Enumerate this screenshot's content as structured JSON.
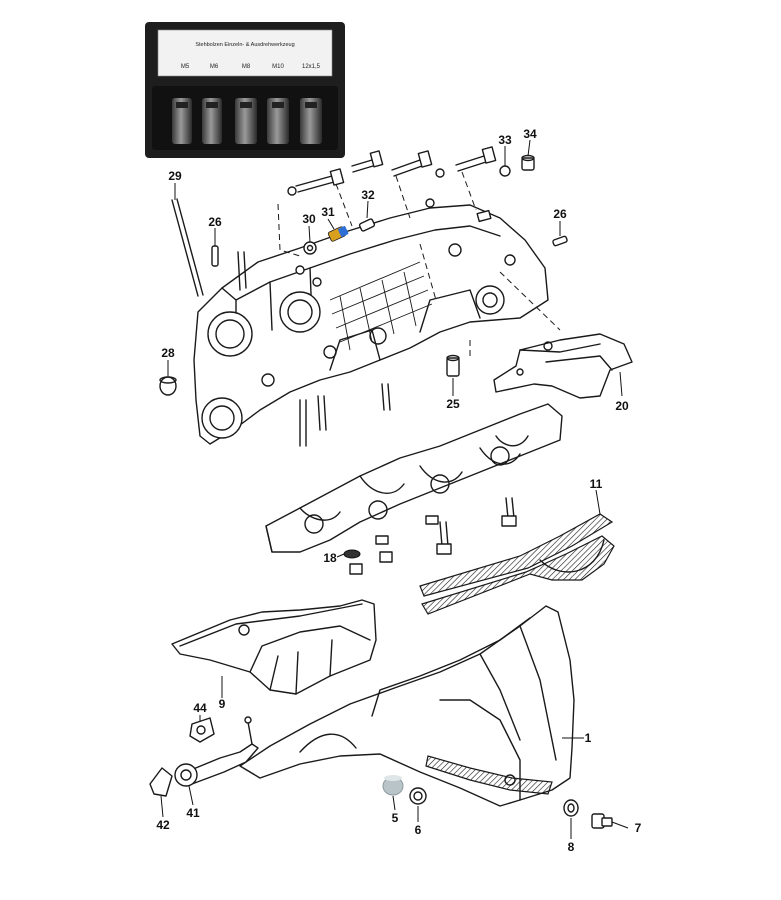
{
  "tool_kit": {
    "title": "Stehbolzen Einzeln- & Ausdrehwerkzeug",
    "sizes": [
      "M5",
      "M6",
      "M8",
      "M10",
      "12x1,5"
    ]
  },
  "callouts": [
    {
      "label": "29"
    },
    {
      "label": "26"
    },
    {
      "label": "30"
    },
    {
      "label": "31"
    },
    {
      "label": "32"
    },
    {
      "label": "33"
    },
    {
      "label": "34"
    },
    {
      "label": "26"
    },
    {
      "label": "28"
    },
    {
      "label": "25"
    },
    {
      "label": "20"
    },
    {
      "label": "11"
    },
    {
      "label": "18"
    },
    {
      "label": "9"
    },
    {
      "label": "44"
    },
    {
      "label": "1"
    },
    {
      "label": "42"
    },
    {
      "label": "41"
    },
    {
      "label": "5"
    },
    {
      "label": "6"
    },
    {
      "label": "8"
    },
    {
      "label": "7"
    }
  ],
  "colors": {
    "kit_case": "#1e1e1e",
    "kit_label": "#f2f2f2",
    "sensor_highlight": "#2e6fd6",
    "sensor_body": "#d9a020",
    "plug_highlight": "#b8c4c8"
  }
}
